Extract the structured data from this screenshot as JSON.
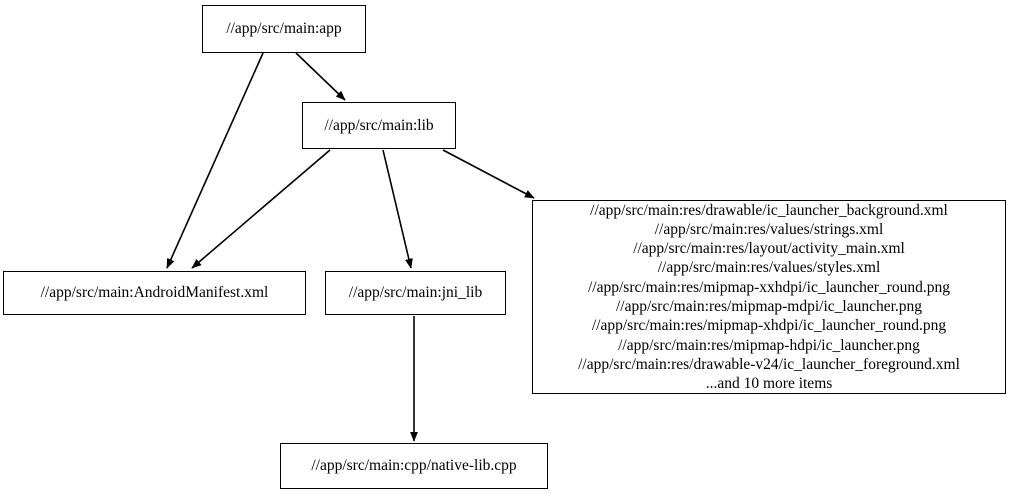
{
  "graph": {
    "type": "directed-dependency-graph",
    "background_color": "#ffffff",
    "line_color": "#000000",
    "nodes": [
      {
        "id": "app",
        "label": "//app/src/main:app",
        "shape": "box"
      },
      {
        "id": "lib",
        "label": "//app/src/main:lib",
        "shape": "box"
      },
      {
        "id": "manifest",
        "label": "//app/src/main:AndroidManifest.xml",
        "shape": "box"
      },
      {
        "id": "jni_lib",
        "label": "//app/src/main:jni_lib",
        "shape": "box"
      },
      {
        "id": "resources",
        "label": "//app/src/main:res/drawable/ic_launcher_background.xml\n//app/src/main:res/values/strings.xml\n//app/src/main:res/layout/activity_main.xml\n//app/src/main:res/values/styles.xml\n//app/src/main:res/mipmap-xxhdpi/ic_launcher_round.png\n//app/src/main:res/mipmap-mdpi/ic_launcher.png\n//app/src/main:res/mipmap-xhdpi/ic_launcher_round.png\n//app/src/main:res/mipmap-hdpi/ic_launcher.png\n//app/src/main:res/drawable-v24/ic_launcher_foreground.xml\n...and 10 more items",
        "lines": [
          "//app/src/main:res/drawable/ic_launcher_background.xml",
          "//app/src/main:res/values/strings.xml",
          "//app/src/main:res/layout/activity_main.xml",
          "//app/src/main:res/values/styles.xml",
          "//app/src/main:res/mipmap-xxhdpi/ic_launcher_round.png",
          "//app/src/main:res/mipmap-mdpi/ic_launcher.png",
          "//app/src/main:res/mipmap-xhdpi/ic_launcher_round.png",
          "//app/src/main:res/mipmap-hdpi/ic_launcher.png",
          "//app/src/main:res/drawable-v24/ic_launcher_foreground.xml",
          "...and 10 more items"
        ],
        "overflow_note": "...and 10 more items",
        "shape": "box"
      },
      {
        "id": "native_lib",
        "label": "//app/src/main:cpp/native-lib.cpp",
        "shape": "box"
      }
    ],
    "edges": [
      {
        "from": "app",
        "to": "lib",
        "arrowhead": "normal"
      },
      {
        "from": "app",
        "to": "manifest",
        "arrowhead": "normal"
      },
      {
        "from": "lib",
        "to": "manifest",
        "arrowhead": "normal"
      },
      {
        "from": "lib",
        "to": "jni_lib",
        "arrowhead": "normal"
      },
      {
        "from": "lib",
        "to": "resources",
        "arrowhead": "normal"
      },
      {
        "from": "jni_lib",
        "to": "native_lib",
        "arrowhead": "normal"
      }
    ]
  }
}
